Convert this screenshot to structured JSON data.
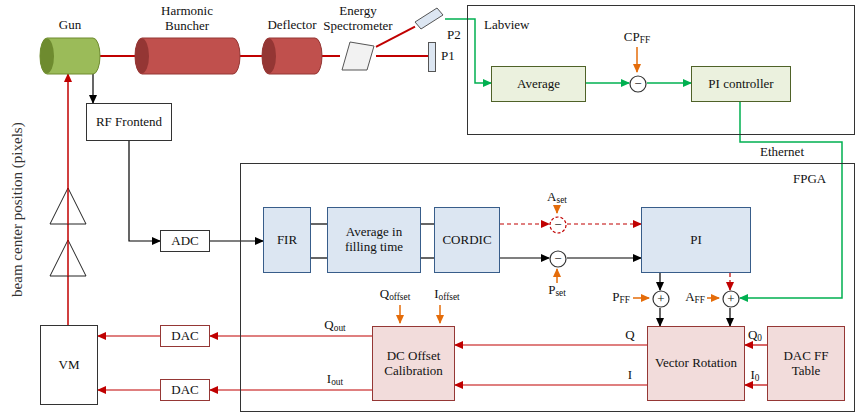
{
  "diagram": {
    "nodes": [
      {
        "text": [
          "Gun"
        ]
      },
      {
        "text": [
          "Harmonic Buncher"
        ]
      },
      {
        "text": [
          "Deflector"
        ]
      },
      {
        "text": [
          "Energy Spectrometer"
        ]
      },
      {
        "text": [
          "P2"
        ]
      },
      {
        "text": [
          "P1"
        ]
      },
      {
        "text": [
          "Labview"
        ]
      },
      {
        "text": [
          "Average"
        ],
        "in": 6
      },
      {
        "text": [
          "−"
        ],
        "in": 6
      },
      {
        "text": [
          "PI controller"
        ],
        "in": 6
      },
      {
        "text": [
          "RF Frontend"
        ]
      },
      {
        "text": [
          "ADC"
        ]
      },
      {
        "text": [
          "FPGA"
        ]
      },
      {
        "text": [
          "FIR"
        ],
        "in": 12
      },
      {
        "text": [
          "Average in filling time"
        ],
        "in": 12
      },
      {
        "text": [
          "CORDIC"
        ],
        "in": 12
      },
      {
        "text": [
          "−"
        ],
        "in": 12
      },
      {
        "text": [
          "−"
        ],
        "in": 12
      },
      {
        "text": [
          "PI"
        ],
        "in": 12
      },
      {
        "text": [
          "+"
        ],
        "in": 12
      },
      {
        "text": [
          "+"
        ],
        "in": 12
      },
      {
        "text": [
          "DC Offset Calibration"
        ],
        "in": 12
      },
      {
        "text": [
          "Vector Rotation"
        ],
        "in": 12
      },
      {
        "text": [
          "DAC FF Table"
        ],
        "in": 12
      },
      {
        "text": [
          "DAC"
        ]
      },
      {
        "text": [
          "DAC"
        ]
      },
      {
        "text": [
          "VM"
        ]
      }
    ],
    "edges": [
      {
        "from": 0,
        "to": 1,
        "arrow": "none"
      },
      {
        "from": 1,
        "to": 2,
        "arrow": "none"
      },
      {
        "from": 2,
        "to": 3,
        "arrow": "none"
      },
      {
        "from": 3,
        "to": 5,
        "arrow": "none"
      },
      {
        "from": 3,
        "to": 4,
        "arrow": "none"
      },
      {
        "from": 0,
        "to": 10,
        "arrow": "to"
      },
      {
        "from": 10,
        "to": 11,
        "arrow": "to"
      },
      {
        "from": 11,
        "to": 13,
        "arrow": "to"
      },
      {
        "from": 13,
        "to": 14,
        "arrow": "none"
      },
      {
        "from": 14,
        "to": 15,
        "arrow": "none"
      },
      {
        "from": 15,
        "to": 16,
        "arrow": "to"
      },
      {
        "from": 15,
        "to": 17,
        "arrow": "to"
      },
      {
        "from": 16,
        "to": 18,
        "arrow": "to"
      },
      {
        "from": 17,
        "to": 18,
        "arrow": "to"
      },
      {
        "from": 18,
        "to": 19,
        "arrow": "to"
      },
      {
        "from": 18,
        "to": 20,
        "arrow": "to"
      },
      {
        "from": 19,
        "to": 22,
        "arrow": "to"
      },
      {
        "from": 20,
        "to": 22,
        "arrow": "to"
      },
      {
        "from": 23,
        "to": 22,
        "arrow": "to"
      },
      {
        "from": 22,
        "to": 21,
        "arrow": "to"
      },
      {
        "from": 21,
        "to": 24,
        "arrow": "to"
      },
      {
        "from": 21,
        "to": 25,
        "arrow": "to"
      },
      {
        "from": 24,
        "to": 26,
        "arrow": "to"
      },
      {
        "from": 25,
        "to": 26,
        "arrow": "to"
      },
      {
        "from": 26,
        "to": 0,
        "arrow": "to"
      },
      {
        "from": 4,
        "to": 7,
        "arrow": "to"
      },
      {
        "from": 7,
        "to": 8,
        "arrow": "to"
      },
      {
        "from": 8,
        "to": 9,
        "arrow": "to"
      },
      {
        "from": 9,
        "to": 20,
        "label": "Ethernet",
        "arrow": "to"
      }
    ],
    "labels": [
      "CPFF",
      "Aset",
      "Pset",
      "PFF",
      "AFF",
      "Qoffset",
      "Ioffset",
      "Q",
      "I",
      "Q0",
      "I0",
      "Qout",
      "Iout",
      "beam center position (pixels)"
    ]
  }
}
